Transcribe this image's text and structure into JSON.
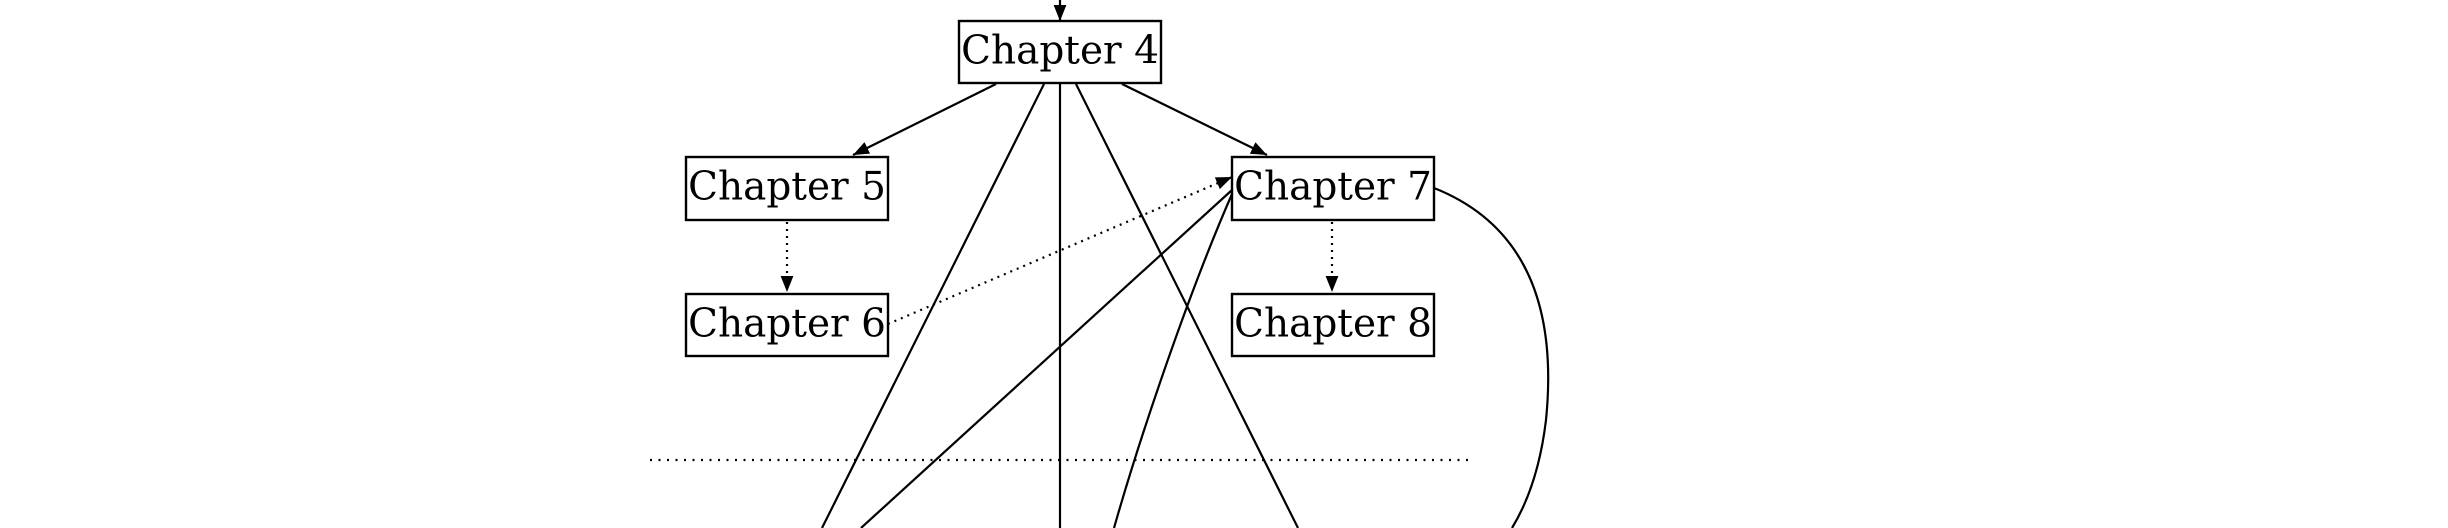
{
  "nodes": {
    "chapter4": "Chapter 4",
    "chapter5": "Chapter 5",
    "chapter6": "Chapter 6",
    "chapter7": "Chapter 7",
    "chapter8": "Chapter 8"
  },
  "colors": {
    "ink": "#000000",
    "background": "#ffffff"
  }
}
